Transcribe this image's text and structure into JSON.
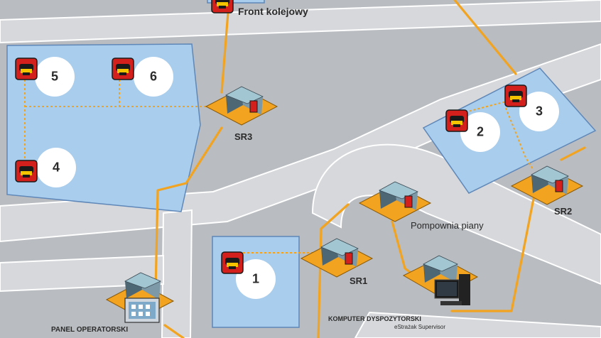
{
  "labels": {
    "front": "Front kolejowy",
    "sr3": "SR3",
    "sr2": "SR2",
    "sr1": "SR1",
    "pompownia": "Pompownia piany",
    "panel": "PANEL OPERATORSKI",
    "komputer": "KOMPUTER DYSPOZYTORSKI",
    "komputer_sub": "eStrażak Supervisor"
  },
  "tanks": [
    "1",
    "2",
    "3",
    "4",
    "5",
    "6"
  ],
  "icons": {
    "monitor": "fire-monitor-icon",
    "substation": "substation-building-icon",
    "pump": "pump-house-icon",
    "computer": "dispatcher-computer-icon",
    "panel": "operator-panel-icon"
  },
  "colors": {
    "background": "#b9bcc0",
    "road": "#d6d8db",
    "zone": "#a9cdec",
    "cable": "#f2a31f",
    "monitor": "#d4201c"
  }
}
